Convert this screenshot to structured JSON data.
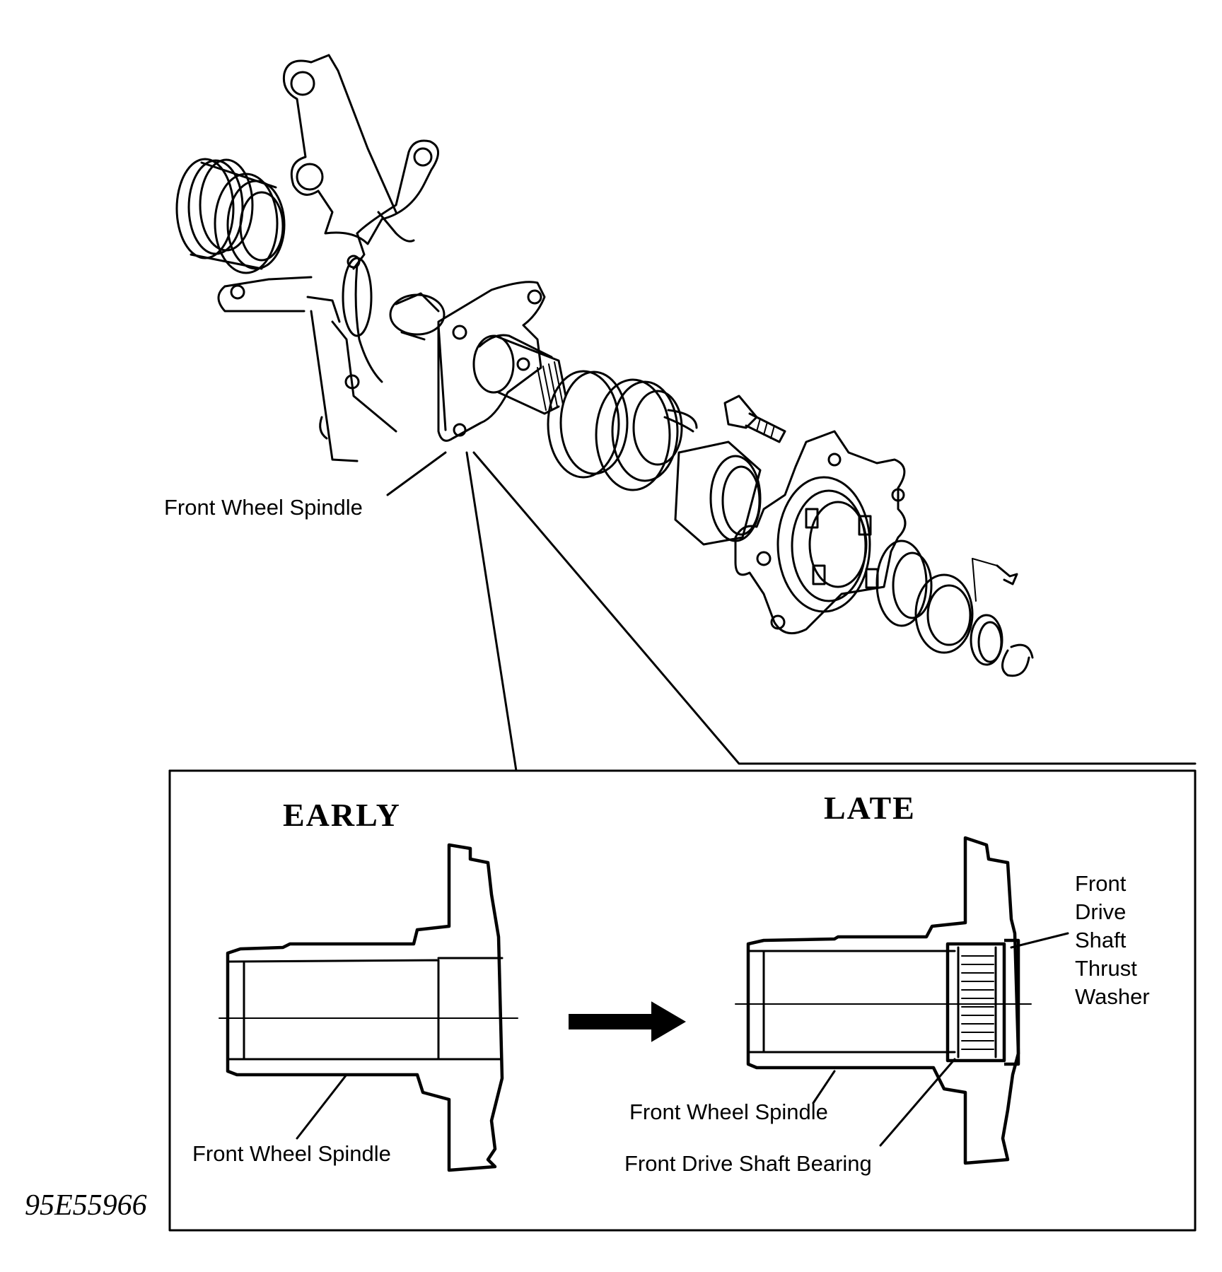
{
  "labels": {
    "top_spindle": "Front Wheel Spindle",
    "early_title": "EARLY",
    "late_title": "LATE",
    "early_spindle": "Front Wheel Spindle",
    "late_spindle": "Front Wheel Spindle",
    "late_bearing": "Front Drive Shaft Bearing",
    "thrust_washer": [
      "Front",
      "Drive",
      "Shaft",
      "Thrust",
      "Washer"
    ]
  },
  "figure_code": "95E55966"
}
